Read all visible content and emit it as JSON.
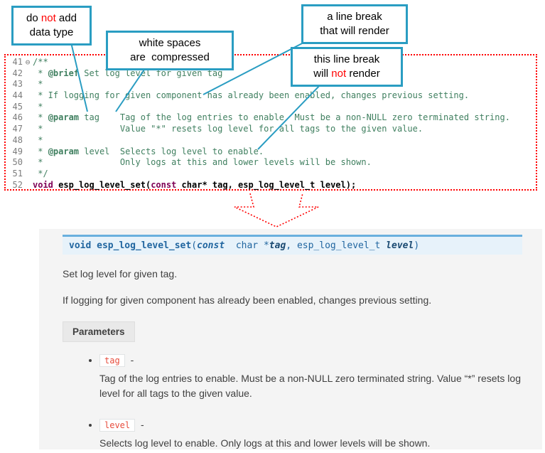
{
  "callouts": {
    "no_datatype": {
      "pre": "do ",
      "not_word": "not",
      "post": " add",
      "line2": "data type"
    },
    "whitespace": {
      "line1": "white spaces",
      "line2": "are  compressed"
    },
    "break_renders": {
      "line1": "a line break",
      "line2": "that will render"
    },
    "break_not_render": {
      "line1": "this line break",
      "pre": "will ",
      "not_word": "not",
      "post": " render"
    }
  },
  "editor": {
    "lines": [
      {
        "num": "41",
        "fold": "⊖",
        "segments": [
          {
            "t": "/**",
            "c": "cmt"
          }
        ]
      },
      {
        "num": "42",
        "segments": [
          {
            "t": " * ",
            "c": "cmt"
          },
          {
            "t": "@brief",
            "c": "tag"
          },
          {
            "t": " Set log level for given tag",
            "c": "cmt"
          }
        ]
      },
      {
        "num": "43",
        "segments": [
          {
            "t": " *",
            "c": "cmt"
          }
        ]
      },
      {
        "num": "44",
        "segments": [
          {
            "t": " * If logging for given component has already been enabled, changes previous setting.",
            "c": "cmt"
          }
        ]
      },
      {
        "num": "45",
        "segments": [
          {
            "t": " *",
            "c": "cmt"
          }
        ]
      },
      {
        "num": "46",
        "segments": [
          {
            "t": " * ",
            "c": "cmt"
          },
          {
            "t": "@param",
            "c": "tag"
          },
          {
            "t": " tag    Tag of the log entries to enable. Must be a non-NULL zero terminated string.",
            "c": "cmt"
          }
        ]
      },
      {
        "num": "47",
        "segments": [
          {
            "t": " *               Value \"*\" resets log level for all tags to the given value.",
            "c": "cmt"
          }
        ]
      },
      {
        "num": "48",
        "segments": [
          {
            "t": " *",
            "c": "cmt"
          }
        ]
      },
      {
        "num": "49",
        "segments": [
          {
            "t": " * ",
            "c": "cmt"
          },
          {
            "t": "@param",
            "c": "tag"
          },
          {
            "t": " level  Selects log level to enable.",
            "c": "cmt"
          }
        ]
      },
      {
        "num": "50",
        "segments": [
          {
            "t": " *               Only logs at this and lower levels will be shown.",
            "c": "cmt"
          }
        ]
      },
      {
        "num": "51",
        "segments": [
          {
            "t": " */",
            "c": "cmt"
          }
        ]
      },
      {
        "num": "52",
        "segments": [
          {
            "t": "void",
            "c": "kw"
          },
          {
            "t": " ",
            "c": "plain"
          },
          {
            "t": "esp_log_level_set",
            "c": "fn"
          },
          {
            "t": "(",
            "c": "plain"
          },
          {
            "t": "const",
            "c": "kw"
          },
          {
            "t": " char* tag, esp_log_level_t level);",
            "c": "plain"
          }
        ]
      }
    ]
  },
  "doc": {
    "signature": {
      "segments": [
        {
          "t": "void",
          "s": "kw"
        },
        {
          "t": " ",
          "s": "plain"
        },
        {
          "t": "esp_log_level_set",
          "s": "name"
        },
        {
          "t": "(",
          "s": "plain"
        },
        {
          "t": "const",
          "s": "kwi"
        },
        {
          "t": "  char *",
          "s": "plain"
        },
        {
          "t": "tag",
          "s": "param"
        },
        {
          "t": ", ",
          "s": "plain"
        },
        {
          "t": "esp_log_level_t ",
          "s": "plain"
        },
        {
          "t": "level",
          "s": "param"
        },
        {
          "t": ")",
          "s": "plain"
        }
      ]
    },
    "p1": "Set log level for given tag.",
    "p2": "If logging for given component has already been enabled, changes previous setting.",
    "parameters_label": "Parameters",
    "params": [
      {
        "name": "tag",
        "dash": "-",
        "desc": "Tag of the log entries to enable. Must be a non-NULL zero terminated string. Value “*” resets log level for all tags to the given value."
      },
      {
        "name": "level",
        "dash": "-",
        "desc": "Selects log level to enable. Only logs at this and lower levels will be shown."
      }
    ]
  },
  "colors": {
    "callout_border": "#2a9dc2",
    "annotation_red": "#ff0000",
    "comment_green": "#3f7f5f",
    "keyword_purple": "#7f0055",
    "signature_bg": "#e7f2fa",
    "signature_border": "#6ab0de",
    "param_name_red": "#e74c3c",
    "doc_panel_bg": "#f4f4f4"
  }
}
